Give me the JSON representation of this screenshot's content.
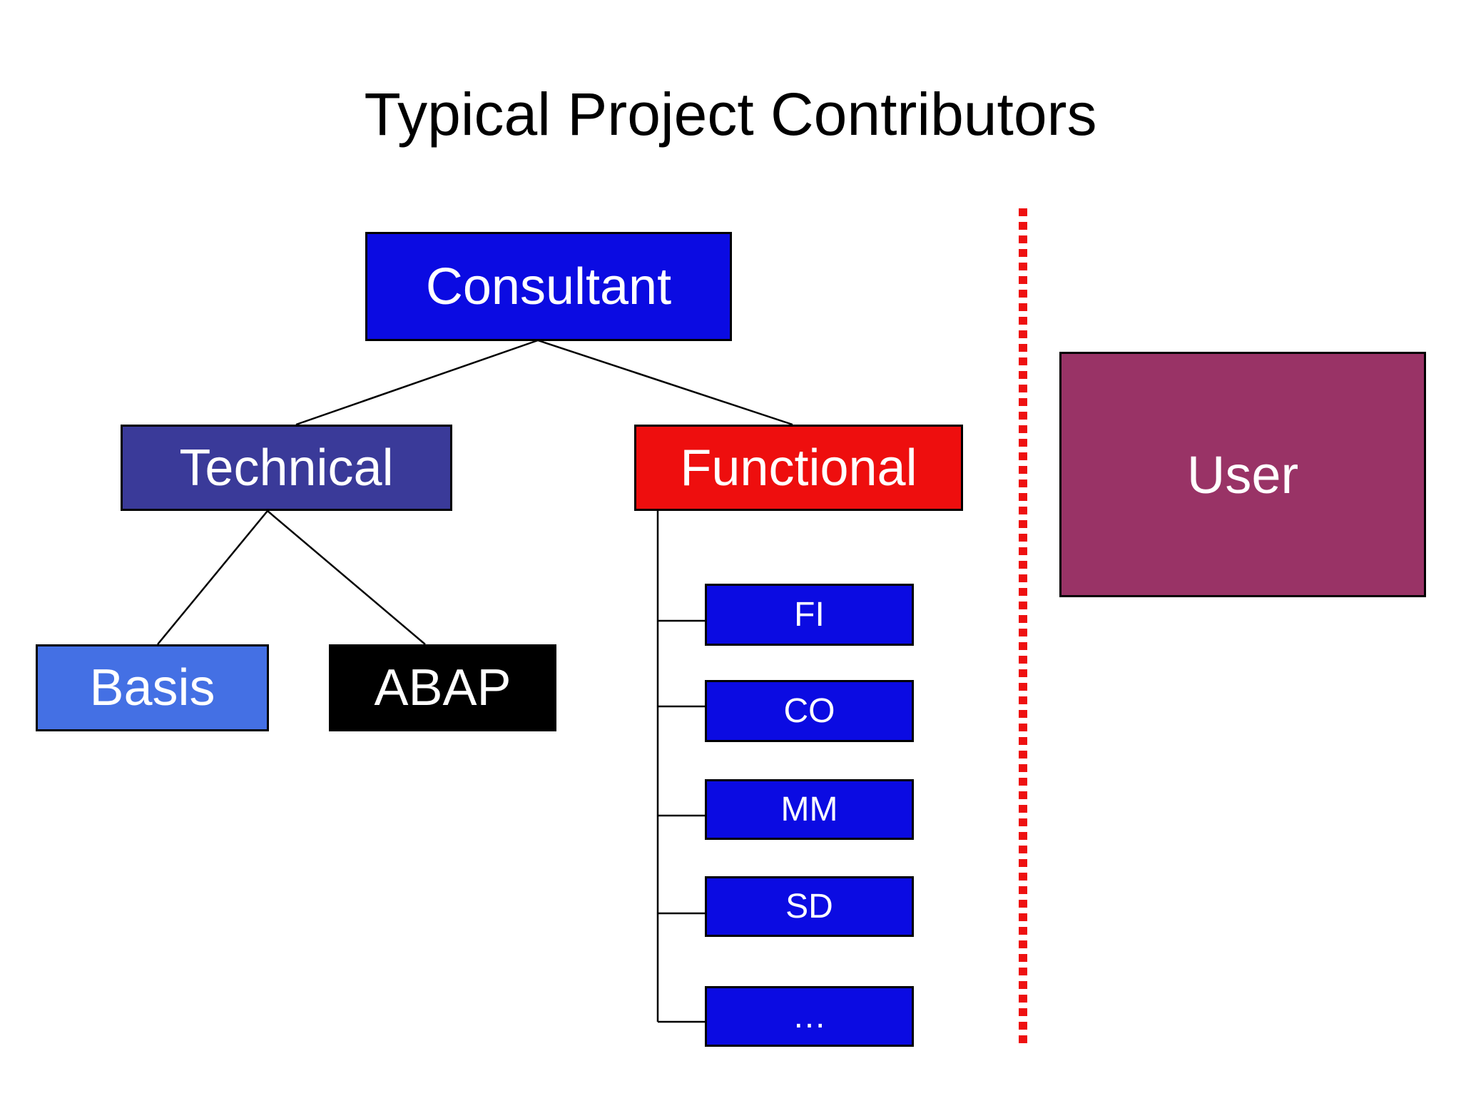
{
  "title": "Typical Project Contributors",
  "nodes": {
    "consultant": {
      "label": "Consultant",
      "bg": "#0b0be2",
      "fg": "#ffffff",
      "children": [
        "technical",
        "functional"
      ]
    },
    "technical": {
      "label": "Technical",
      "bg": "#3a3a99",
      "fg": "#ffffff",
      "children": [
        "basis",
        "abap"
      ]
    },
    "functional": {
      "label": "Functional",
      "bg": "#ee0e0e",
      "fg": "#ffffff",
      "children": [
        "fi",
        "co",
        "mm",
        "sd",
        "more"
      ]
    },
    "basis": {
      "label": "Basis",
      "bg": "#4470e4",
      "fg": "#ffffff",
      "children": []
    },
    "abap": {
      "label": "ABAP",
      "bg": "#000000",
      "fg": "#ffffff",
      "children": []
    },
    "fi": {
      "label": "FI",
      "bg": "#0b0be2",
      "fg": "#ffffff",
      "children": []
    },
    "co": {
      "label": "CO",
      "bg": "#0b0be2",
      "fg": "#ffffff",
      "children": []
    },
    "mm": {
      "label": "MM",
      "bg": "#0b0be2",
      "fg": "#ffffff",
      "children": []
    },
    "sd": {
      "label": "SD",
      "bg": "#0b0be2",
      "fg": "#ffffff",
      "children": []
    },
    "more": {
      "label": "…",
      "bg": "#0b0be2",
      "fg": "#ffffff",
      "children": []
    },
    "user": {
      "label": "User",
      "bg": "#993366",
      "fg": "#ffffff",
      "children": []
    }
  },
  "divider": {
    "color": "#ee1111",
    "style": "dotted-vertical"
  },
  "connector_color": "#000000",
  "background": "#ffffff",
  "title_color": "#000000"
}
